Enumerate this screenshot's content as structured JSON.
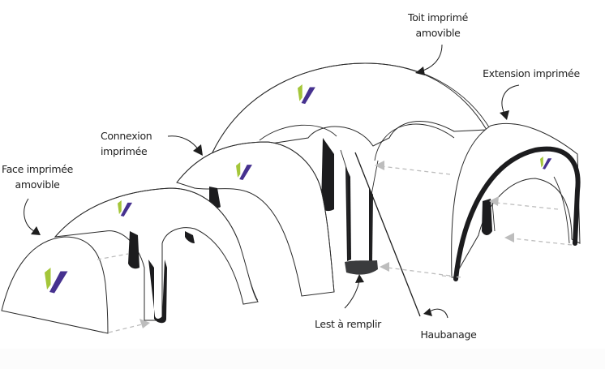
{
  "diagram": {
    "title": "Inflatable dome tent components",
    "labels": {
      "roof": [
        "Toit imprimé",
        "amovible"
      ],
      "extension": [
        "Extension imprimée"
      ],
      "connection": [
        "Connexion",
        "imprimée"
      ],
      "face": [
        "Face imprimée",
        "amovible"
      ],
      "ballast": [
        "Lest à remplir"
      ],
      "guying": [
        "Haubanage"
      ]
    },
    "colors": {
      "logo_green": "#a4c639",
      "logo_purple": "#46318f",
      "leg_black": "#1c1c1e",
      "ballast_gray": "#3a3b3d",
      "dash_gray": "#bdbdbd",
      "outline": "#2a2a2a",
      "background": "#ffffff"
    },
    "logo_icon": "v-logo-icon"
  }
}
